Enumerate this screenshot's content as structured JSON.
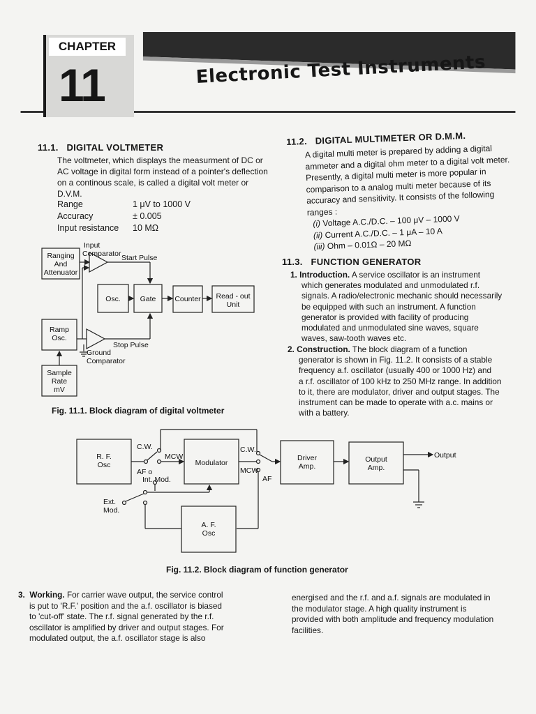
{
  "header": {
    "chapter_label": "CHAPTER",
    "chapter_number": "11",
    "title": "Electronic Test Instruments"
  },
  "left": {
    "s1_num": "11.1.",
    "s1_title": "DIGITAL VOLTMETER",
    "s1_para": "The voltmeter, which displays the measurment of DC or AC voltage in digital form instead of a pointer's deflection on a continous scale, is called a digital volt meter or D.V.M.",
    "specs": [
      {
        "label": "Range",
        "value": "1 μV to 1000 V"
      },
      {
        "label": "Accuracy",
        "value": "± 0.005"
      },
      {
        "label": "Input resistance",
        "value": "10 MΩ"
      }
    ],
    "fig1_caption": "Fig. 11.1. Block diagram of digital voltmeter"
  },
  "fig1": {
    "ranging": [
      "Ranging",
      "And",
      "Attenuator"
    ],
    "input_comp": [
      "Input",
      "Comparator"
    ],
    "start_pulse": "Start Pulse",
    "osc": "Osc.",
    "gate": "Gate",
    "counter": "Counter",
    "readout": [
      "Read - out",
      "Unit"
    ],
    "ramp": [
      "Ramp",
      "Osc."
    ],
    "stop_pulse": "Stop Pulse",
    "ground_comp": [
      "Ground",
      "Comparator"
    ],
    "sample": [
      "Sample",
      "Rate",
      "mV"
    ]
  },
  "right": {
    "s2_num": "11.2.",
    "s2_title": "DIGITAL MULTIMETER OR D.M.M.",
    "s2_lines": [
      "A digital multi meter is prepared by adding a digital",
      "ammeter and a digital ohm meter to a digital volt meter.",
      "Presently, a digital multi meter is more popular in",
      "comparison to a analog multi meter because of its",
      "accuracy and sensitivity. It consists of the following",
      "ranges :"
    ],
    "ranges": [
      {
        "idx": "(i)",
        "text": "Voltage A.C./D.C. – 100 μV – 1000 V"
      },
      {
        "idx": "(ii)",
        "text": "Current A.C./D.C. – 1 μA – 10 A"
      },
      {
        "idx": "(iii)",
        "text": "Ohm   – 0.01Ω – 20 MΩ"
      }
    ],
    "s3_num": "11.3.",
    "s3_title": "FUNCTION GENERATOR",
    "intro_num": "1.",
    "intro_head": "Introduction.",
    "intro_lines": [
      "A service oscillator is an instrument",
      "which generates modulated and unmodulated r.f.",
      "signals. A radio/electronic mechanic should necessarily",
      "be equipped with such an instrument. A function",
      "generator is provided with facility of producing",
      "modulated and unmodulated sine waves, square",
      "waves, saw-tooth waves etc."
    ],
    "cons_num": "2.",
    "cons_head": "Construction.",
    "cons_lines": [
      "The block diagram of a function",
      "generator is shown in Fig. 11.2. It consists of a stable",
      "frequency a.f. oscillator (usually 400 or 1000 Hz) and",
      "a r.f. oscillator of 100 kHz to 250 MHz range. In addition",
      "to it, there are modulator, driver and output stages. The",
      "instrument can be made to operate with a.c. mains or",
      "with a battery."
    ]
  },
  "fig2": {
    "rf": [
      "R. F.",
      "Osc"
    ],
    "cw1": "C.W.",
    "mcw1": "MCW",
    "afo": "AF o",
    "intmod": "Int. Mod.",
    "modulator": "Modulator",
    "cw2": "C.W.",
    "mcw2": "MCW",
    "af2": "AF",
    "driver": [
      "Driver",
      "Amp."
    ],
    "output_amp": [
      "Output",
      "Amp."
    ],
    "output": "Output",
    "ext": [
      "Ext.",
      "Mod."
    ],
    "afosc": [
      "A. F.",
      "Osc"
    ],
    "caption": "Fig. 11.2. Block diagram of function generator"
  },
  "bottom": {
    "w_num": "3.",
    "w_head": "Working.",
    "left_lines": [
      "For carrier wave output, the service control",
      "is put to 'R.F.' position and the a.f. oscillator is biased",
      "to 'cut-off' state. The r.f. signal generated by the r.f.",
      "oscillator is amplified by driver and output stages. For",
      "modulated output, the a.f. oscillator stage is also"
    ],
    "right_lines": [
      "energised and the r.f. and a.f. signals are modulated in",
      "the modulator stage. A high quality instrument is",
      "provided with both amplitude and frequency modulation",
      "facilities."
    ]
  }
}
